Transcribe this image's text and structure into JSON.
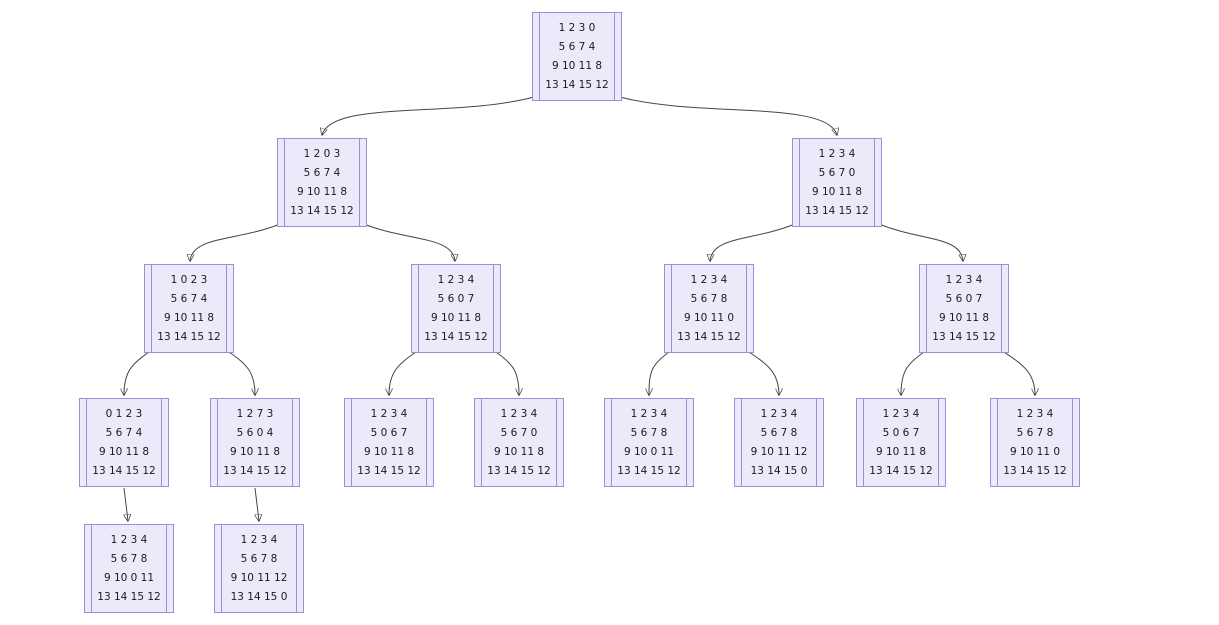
{
  "diagram": {
    "kind": "tree",
    "node_shape": "puzzle-grid-record-box"
  },
  "colors": {
    "background": "#FFFFFF",
    "node_fill": "#EBEAFB",
    "node_border": "#9C8DD6",
    "edge": "#444444",
    "text": "#1B1B1B"
  },
  "nodes": [
    {
      "id": "root",
      "rows": [
        "1 2 3 0",
        "5 6 7 4",
        "9 10 11 8",
        "13 14 15 12"
      ]
    },
    {
      "id": "L2-left",
      "rows": [
        "1 2 0 3",
        "5 6 7 4",
        "9 10 11 8",
        "13 14 15 12"
      ]
    },
    {
      "id": "L2-right",
      "rows": [
        "1 2 3 4",
        "5 6 7 0",
        "9 10 11 8",
        "13 14 15 12"
      ]
    },
    {
      "id": "L3-1",
      "rows": [
        "1 0 2 3",
        "5 6 7 4",
        "9 10 11 8",
        "13 14 15 12"
      ]
    },
    {
      "id": "L3-2",
      "rows": [
        "1 2 3 4",
        "5 6 0 7",
        "9 10 11 8",
        "13 14 15 12"
      ]
    },
    {
      "id": "L3-3",
      "rows": [
        "1 2 3 4",
        "5 6 7 8",
        "9 10 11 0",
        "13 14 15 12"
      ]
    },
    {
      "id": "L3-4",
      "rows": [
        "1 2 3 4",
        "5 6 0 7",
        "9 10 11 8",
        "13 14 15 12"
      ]
    },
    {
      "id": "L4-1",
      "rows": [
        "0 1 2 3",
        "5 6 7 4",
        "9 10 11 8",
        "13 14 15 12"
      ]
    },
    {
      "id": "L4-2",
      "rows": [
        "1 2 7 3",
        "5 6 0 4",
        "9 10 11 8",
        "13 14 15 12"
      ]
    },
    {
      "id": "L4-3",
      "rows": [
        "1 2 3 4",
        "5 0 6 7",
        "9 10 11 8",
        "13 14 15 12"
      ]
    },
    {
      "id": "L4-4",
      "rows": [
        "1 2 3 4",
        "5 6 7 0",
        "9 10 11 8",
        "13 14 15 12"
      ]
    },
    {
      "id": "L4-5",
      "rows": [
        "1 2 3 4",
        "5 6 7 8",
        "9 10 0 11",
        "13 14 15 12"
      ]
    },
    {
      "id": "L4-6",
      "rows": [
        "1 2 3 4",
        "5 6 7 8",
        "9 10 11 12",
        "13 14 15 0"
      ]
    },
    {
      "id": "L4-7",
      "rows": [
        "1 2 3 4",
        "5 0 6 7",
        "9 10 11 8",
        "13 14 15 12"
      ]
    },
    {
      "id": "L4-8",
      "rows": [
        "1 2 3 4",
        "5 6 7 8",
        "9 10 11 0",
        "13 14 15 12"
      ]
    },
    {
      "id": "L5-1",
      "rows": [
        "1 2 3 4",
        "5 6 7 8",
        "9 10 0 11",
        "13 14 15 12"
      ]
    },
    {
      "id": "L5-2",
      "rows": [
        "1 2 3 4",
        "5 6 7 8",
        "9 10 11 12",
        "13 14 15 0"
      ]
    }
  ],
  "edges": [
    {
      "from": "root",
      "to": "L2-left"
    },
    {
      "from": "root",
      "to": "L2-right"
    },
    {
      "from": "L2-left",
      "to": "L3-1"
    },
    {
      "from": "L2-left",
      "to": "L3-2"
    },
    {
      "from": "L2-right",
      "to": "L3-3"
    },
    {
      "from": "L2-right",
      "to": "L3-4"
    },
    {
      "from": "L3-1",
      "to": "L4-1"
    },
    {
      "from": "L3-1",
      "to": "L4-2"
    },
    {
      "from": "L3-2",
      "to": "L4-3"
    },
    {
      "from": "L3-2",
      "to": "L4-4"
    },
    {
      "from": "L3-3",
      "to": "L4-5"
    },
    {
      "from": "L3-3",
      "to": "L4-6"
    },
    {
      "from": "L3-4",
      "to": "L4-7"
    },
    {
      "from": "L3-4",
      "to": "L4-8"
    },
    {
      "from": "L4-1",
      "to": "L5-1"
    },
    {
      "from": "L4-2",
      "to": "L5-2"
    }
  ]
}
